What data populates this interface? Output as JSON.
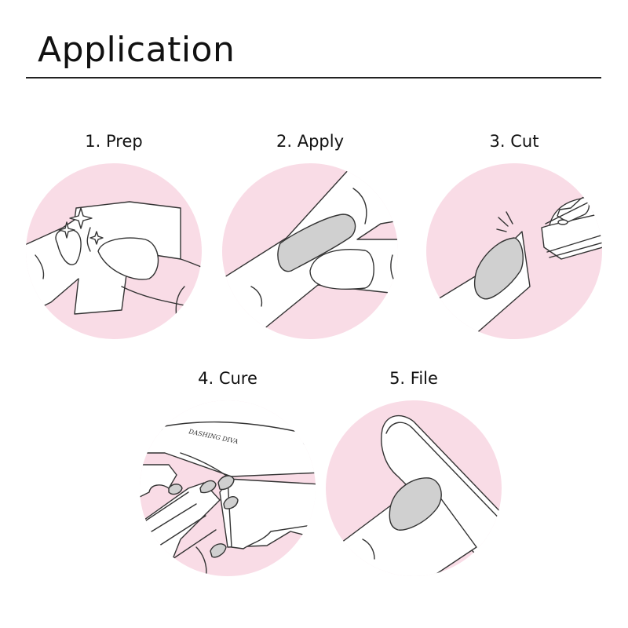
{
  "page": {
    "title": "Application"
  },
  "colors": {
    "circle_bg": "#f9dce6",
    "nail_fill": "#d0d0d0",
    "line": "#333333",
    "rule": "#222222"
  },
  "steps": [
    {
      "number": 1,
      "label": "1. Prep",
      "illustration": "hand-wiping-nail-with-pad-sparkles"
    },
    {
      "number": 2,
      "label": "2. Apply",
      "illustration": "pressing-gel-nail-onto-finger"
    },
    {
      "number": 3,
      "label": "3. Cut",
      "illustration": "nail-clipper-trimming-tip"
    },
    {
      "number": 4,
      "label": "4. Cure",
      "illustration": "hand-under-uv-lamp",
      "lamp_brand": "DASHING DIVA"
    },
    {
      "number": 5,
      "label": "5. File",
      "illustration": "nail-file-on-nail"
    }
  ]
}
